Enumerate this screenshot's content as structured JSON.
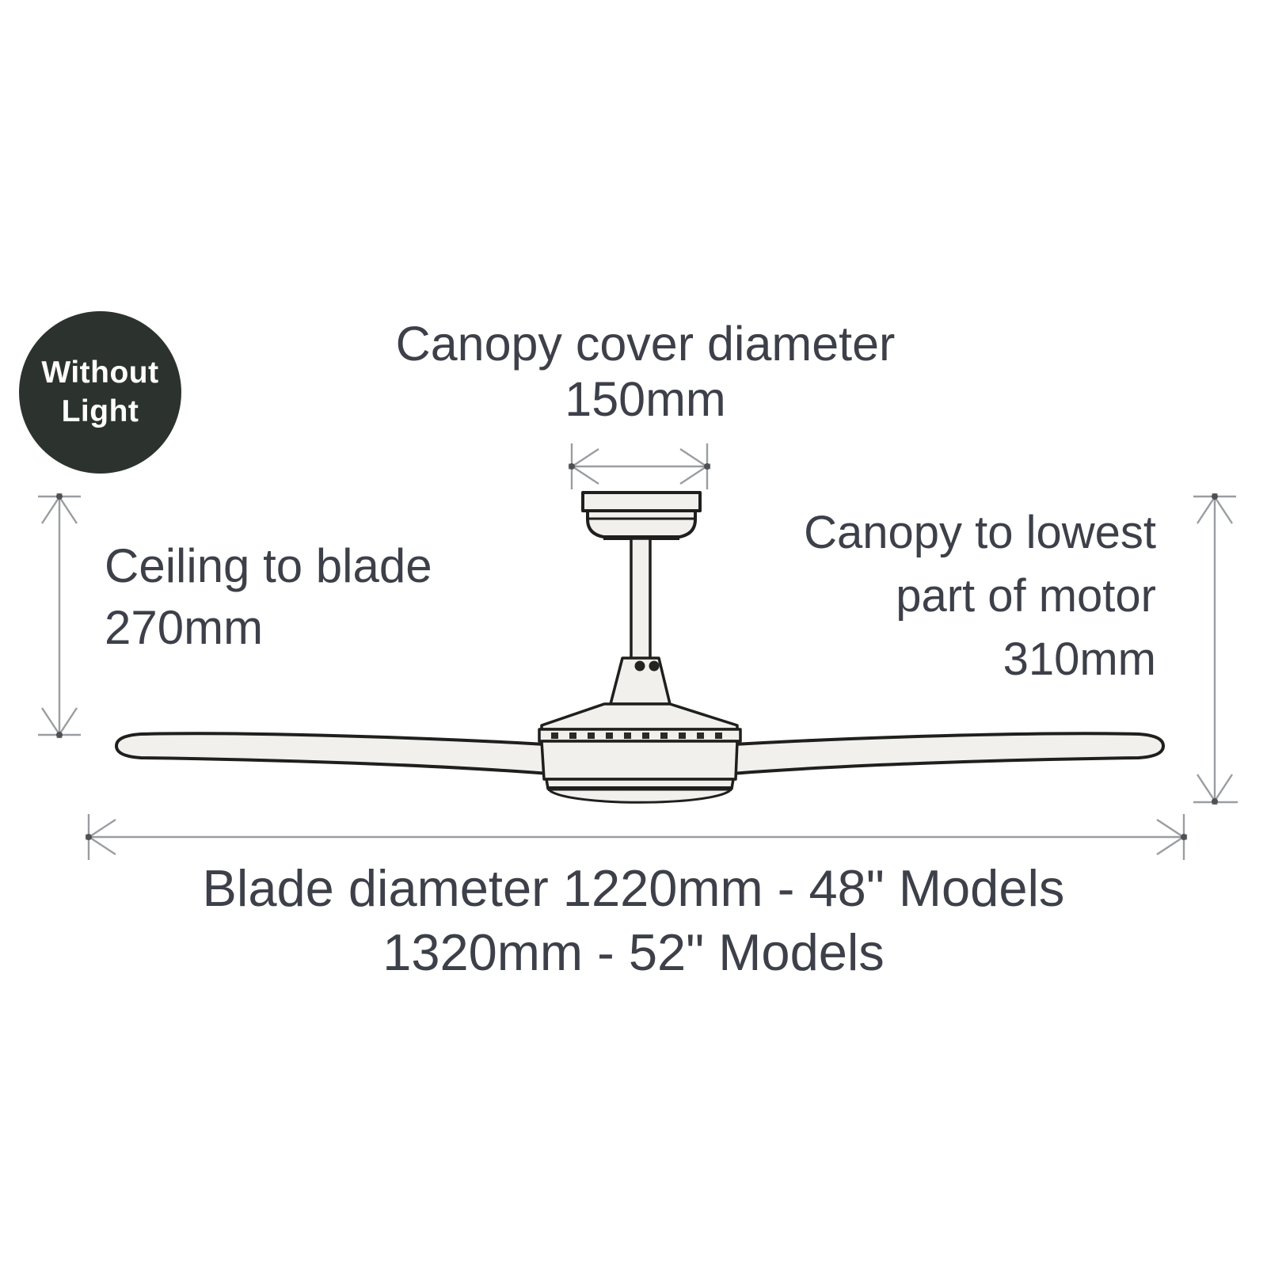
{
  "badge": {
    "line1": "Without",
    "line2": "Light"
  },
  "annotations": {
    "canopy_cover_diameter": {
      "label": "Canopy cover diameter",
      "value": "150mm"
    },
    "ceiling_to_blade": {
      "label": "Ceiling to blade",
      "value": "270mm"
    },
    "canopy_to_motor": {
      "label_line1": "Canopy to lowest",
      "label_line2": "part of motor",
      "value": "310mm"
    },
    "blade_diameter": {
      "line1": "Blade diameter 1220mm - 48\" Models",
      "line2": "1320mm - 52\" Models"
    }
  },
  "measurements": {
    "canopy_cover_diameter_mm": 150,
    "ceiling_to_blade_mm": 270,
    "canopy_to_lowest_part_of_motor_mm": 310,
    "blade_diameter_48in_models_mm": 1220,
    "blade_diameter_52in_models_mm": 1320
  },
  "colors": {
    "badge_bg": "#2c332e",
    "badge_text": "#ffffff",
    "label_text": "#3d4049",
    "dimension_line": "#9a9da1",
    "fan_outline": "#1f1f1d",
    "fan_fill": "#f1f0ed"
  }
}
